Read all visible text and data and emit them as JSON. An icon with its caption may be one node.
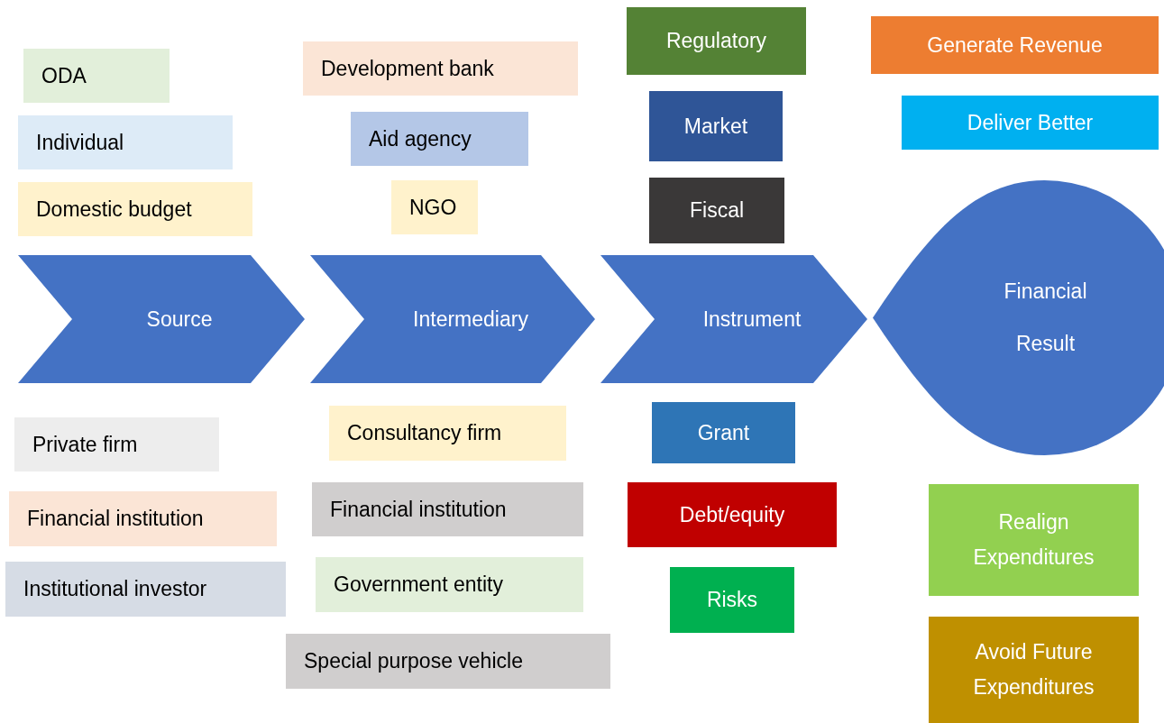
{
  "diagram": {
    "nodes": [
      {
        "text": [
          "ODA"
        ]
      },
      {
        "text": [
          "Individual"
        ]
      },
      {
        "text": [
          "Domestic budget"
        ]
      },
      {
        "text": [
          "Development bank"
        ]
      },
      {
        "text": [
          "Aid agency"
        ]
      },
      {
        "text": [
          "NGO"
        ]
      },
      {
        "text": [
          "Regulatory"
        ]
      },
      {
        "text": [
          "Market"
        ]
      },
      {
        "text": [
          "Fiscal"
        ]
      },
      {
        "text": [
          "Generate Revenue"
        ]
      },
      {
        "text": [
          "Deliver Better"
        ]
      },
      {
        "text": [
          "Source"
        ]
      },
      {
        "text": [
          "Intermediary"
        ]
      },
      {
        "text": [
          "Instrument"
        ]
      },
      {
        "text": [
          "Financial Result"
        ]
      },
      {
        "text": [
          "Private firm"
        ]
      },
      {
        "text": [
          "Financial institution"
        ]
      },
      {
        "text": [
          "Institutional investor"
        ]
      },
      {
        "text": [
          "Consultancy firm"
        ]
      },
      {
        "text": [
          "Financial institution"
        ]
      },
      {
        "text": [
          "Government entity"
        ]
      },
      {
        "text": [
          "Special purpose vehicle"
        ]
      },
      {
        "text": [
          "Grant"
        ]
      },
      {
        "text": [
          "Debt/equity"
        ]
      },
      {
        "text": [
          "Risks"
        ]
      },
      {
        "text": [
          "Realign Expenditures"
        ]
      },
      {
        "text": [
          "Avoid Future Expenditures"
        ]
      }
    ]
  }
}
